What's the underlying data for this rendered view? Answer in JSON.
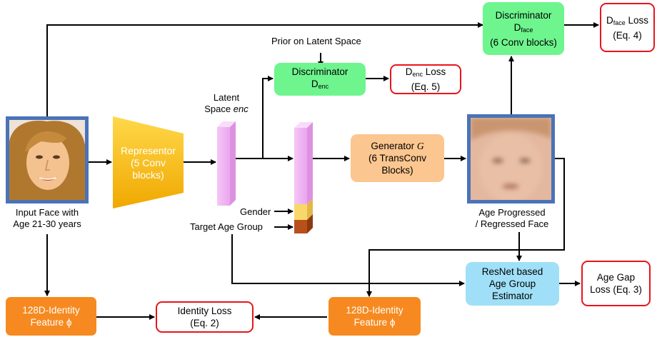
{
  "input_face": {
    "caption_line1": "Input Face with",
    "caption_line2": "Age 21-30 years"
  },
  "output_face": {
    "caption_line1": "Age Progressed",
    "caption_line2": "/ Regressed Face"
  },
  "prior_label": "Prior on Latent Space",
  "latent_space": {
    "line1": "Latent",
    "line2": "Space",
    "line2_italic": "enc"
  },
  "representor": {
    "line1": "Representor",
    "line2": "(5 Conv",
    "line3": "blocks)"
  },
  "disc_face": {
    "title": "Discriminator",
    "symbol": "D",
    "subscript": "face",
    "blocks": "(6 Conv blocks)"
  },
  "dface_loss": {
    "symbol": "D",
    "subscript": "face",
    "word": "Loss",
    "eq": "(Eq. 4)"
  },
  "disc_enc": {
    "title": "Discriminator",
    "symbol": "D",
    "subscript": "enc"
  },
  "denc_loss": {
    "symbol": "D",
    "subscript": "enc",
    "word": "Loss",
    "eq": "(Eq. 5)"
  },
  "generator": {
    "title": "Generator",
    "symbol": "G",
    "line2": "(6 TransConv",
    "line3": "Blocks)"
  },
  "inputs": {
    "gender": "Gender",
    "target_age": "Target Age Group"
  },
  "resnet": {
    "line1": "ResNet based",
    "line2": "Age Group",
    "line3": "Estimator"
  },
  "age_gap_loss": {
    "line1": "Age Gap",
    "line2": "Loss (Eq. 3)"
  },
  "identity_left": {
    "line1": "128D-Identity",
    "line2": "Feature",
    "symbol": "ϕ"
  },
  "identity_right": {
    "line1": "128D-Identity",
    "line2": "Feature",
    "symbol": "ϕ"
  },
  "identity_loss": {
    "line1": "Identity Loss",
    "line2": "(Eq. 2)"
  },
  "colors": {
    "discriminator": "#6ef58e",
    "generator": "#fbc68f",
    "representor": "#f0a800",
    "identity_feature": "#f68a20",
    "estimator": "#9fe0f8",
    "loss_border": "#e8141c",
    "latent_bar": "#f6c6f6",
    "face_frame": "#4a73b8"
  }
}
